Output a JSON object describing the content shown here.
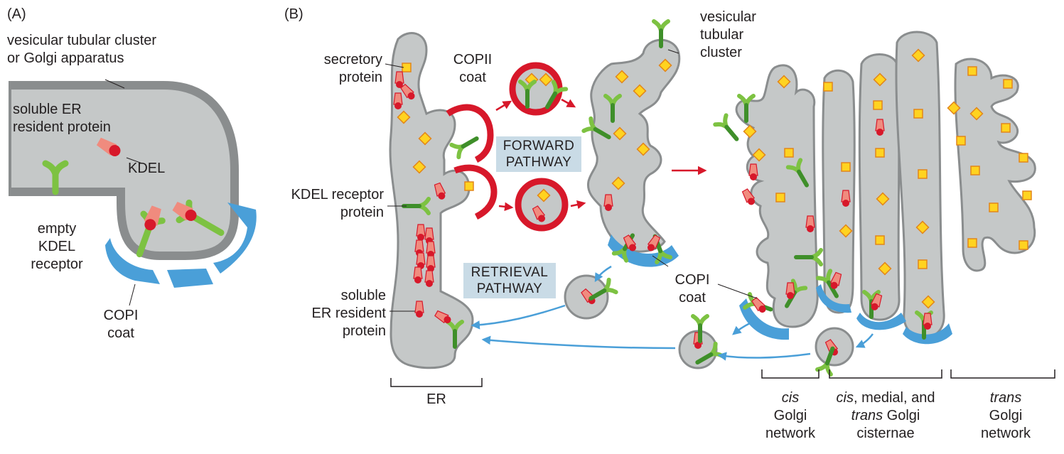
{
  "panel_a": {
    "panel_label": "(A)",
    "membrane_label_line1": "vesicular tubular cluster",
    "membrane_label_line2": "or Golgi apparatus",
    "soluble_label_line1": "soluble ER",
    "soluble_label_line2": "resident protein",
    "kdel_label": "KDEL",
    "empty_receptor_line1": "empty",
    "empty_receptor_line2": "KDEL",
    "empty_receptor_line3": "receptor",
    "copi_line1": "COPI",
    "copi_line2": "coat"
  },
  "panel_b": {
    "panel_label": "(B)",
    "secretory_line1": "secretory",
    "secretory_line2": "protein",
    "copii_line1": "COPII",
    "copii_line2": "coat",
    "vtc_line1": "vesicular",
    "vtc_line2": "tubular",
    "vtc_line3": "cluster",
    "forward_line1": "FORWARD",
    "forward_line2": "PATHWAY",
    "kdel_receptor_line1": "KDEL receptor",
    "kdel_receptor_line2": "protein",
    "retrieval_line1": "RETRIEVAL",
    "retrieval_line2": "PATHWAY",
    "copi_line1": "COPI",
    "copi_line2": "coat",
    "soluble_line1": "soluble",
    "soluble_line2": "ER resident",
    "soluble_line3": "protein",
    "er_label": "ER",
    "cis_network_italic": "cis",
    "cis_network_line2": "Golgi",
    "cis_network_line3": "network",
    "cisternae_italic1": "cis",
    "cisternae_rest1": ", medial, and",
    "cisternae_italic2": "trans",
    "cisternae_rest2": " Golgi",
    "cisternae_line3": "cisternae",
    "trans_network_italic": "trans",
    "trans_network_line2": "Golgi",
    "trans_network_line3": "network"
  },
  "colors": {
    "lumen": "#c5c8c8",
    "membrane": "#8a8d8e",
    "copii": "#d7182a",
    "copi": "#4a9fd8",
    "receptor": "#7dc242",
    "receptor_dark": "#3f8f2a",
    "kdel_red": "#d7182a",
    "kdel_pink": "#f08b7e",
    "secretory": "#ffd320",
    "secretory_edge": "#e2861b",
    "forward_arrow": "#d7182a",
    "retrieval_arrow": "#4a9fd8",
    "label_box": "#c9dbe6"
  }
}
